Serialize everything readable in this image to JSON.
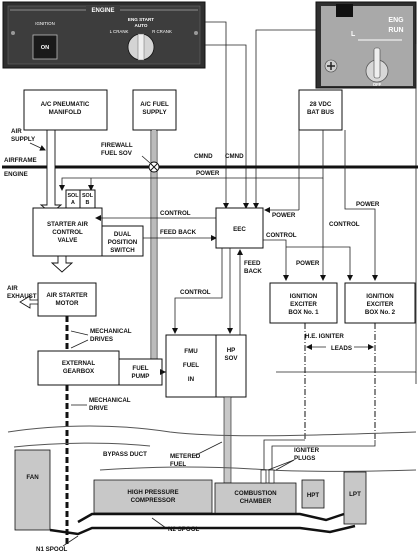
{
  "engine_panel": {
    "title": "ENGINE",
    "ignition_label": "IGNITION",
    "on_button": "ON",
    "eng_start_label": [
      "ENG START",
      "AUTO"
    ],
    "l_crank": "L CRANK",
    "r_crank": "R CRANK"
  },
  "run_switch": {
    "label_l": "L",
    "label_eng": "ENG",
    "label_run": "RUN",
    "label_off": "OFF"
  },
  "boxes": {
    "pneumatic": [
      "A/C PNEUMATIC",
      "MANIFOLD"
    ],
    "fuel_supply": [
      "A/C FUEL",
      "SUPPLY"
    ],
    "bat_bus": [
      "28 VDC",
      "BAT BUS"
    ],
    "sol_a": [
      "SOL",
      "A"
    ],
    "sol_b": [
      "SOL",
      "B"
    ],
    "starter_valve": [
      "STARTER AIR",
      "CONTROL",
      "VALVE"
    ],
    "dual_switch": [
      "DUAL",
      "POSITION",
      "SWITCH"
    ],
    "eec": "EEC",
    "air_starter": [
      "AIR STARTER",
      "MOTOR"
    ],
    "exciter1": [
      "IGNITION",
      "EXCITER",
      "BOX No. 1"
    ],
    "exciter2": [
      "IGNITION",
      "EXCITER",
      "BOX No. 2"
    ],
    "gearbox": [
      "EXTERNAL",
      "GEARBOX"
    ],
    "fuel_pump": [
      "FUEL",
      "PUMP"
    ],
    "fmu": [
      "FMU",
      "FUEL",
      "IN"
    ],
    "hp_sov": [
      "HP",
      "SOV"
    ],
    "fan": "FAN",
    "hp_compressor": [
      "HIGH PRESSURE",
      "COMPRESSOR"
    ],
    "combustion": [
      "COMBUSTION",
      "CHAMBER"
    ],
    "hpt": "HPT",
    "lpt": "LPT"
  },
  "labels": {
    "air_supply": [
      "AIR",
      "SUPPLY"
    ],
    "airframe": "AIRFRAME",
    "engine": "ENGINE",
    "firewall": [
      "FIREWALL",
      "FUEL SOV"
    ],
    "cmnd1": "CMND",
    "cmnd2": "CMND",
    "power_main": "POWER",
    "control_sv": "CONTROL",
    "feed_back": "FEED BACK",
    "power_eec": "POWER",
    "control_eec": "CONTROL",
    "power_batbus_right": "POWER",
    "control_batbus": "CONTROL",
    "feed_back_vertical": [
      "FEED",
      "BACK"
    ],
    "power_ex1": "POWER",
    "control_fmu": "CONTROL",
    "air_exhaust": [
      "AIR",
      "EXHAUST"
    ],
    "mech_drives": [
      "MECHANICAL",
      "DRIVES"
    ],
    "mech_drive": [
      "MECHANICAL",
      "DRIVE"
    ],
    "he_igniter": "H.E. IGNITER",
    "leads": "LEADS",
    "bypass_duct": "BYPASS DUCT",
    "metered_fuel": [
      "METERED",
      "FUEL"
    ],
    "igniter_plugs": [
      "IGNITER",
      "PLUGS"
    ],
    "n2_spool": "N2 SPOOL",
    "n1_spool": "N1 SPOOL"
  }
}
